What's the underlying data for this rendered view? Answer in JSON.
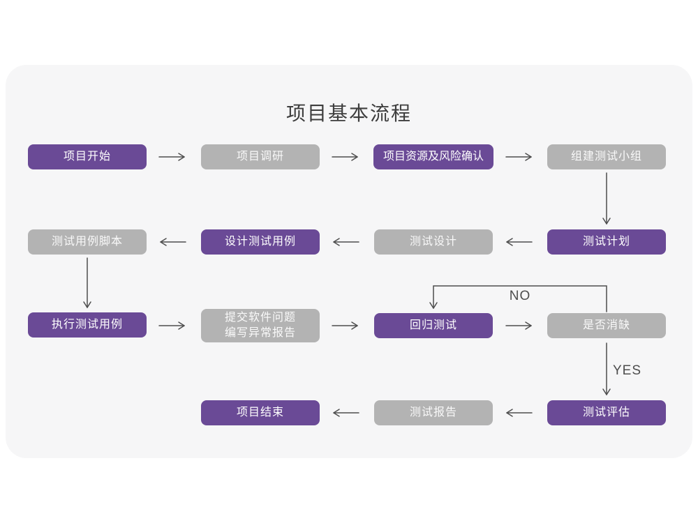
{
  "title": "项目基本流程",
  "colors": {
    "purple": "#6a4a96",
    "gray": "#b3b3b3",
    "arrow": "#4d4d4d",
    "card_bg": "#f6f6f7",
    "page_bg": "#ffffff",
    "title_color": "#3d3d3d"
  },
  "nodes": {
    "start": {
      "label": "项目开始",
      "color": "purple"
    },
    "research": {
      "label": "项目调研",
      "color": "gray"
    },
    "risk": {
      "label": "项目资源及风险确认",
      "color": "purple"
    },
    "team": {
      "label": "组建测试小组",
      "color": "gray"
    },
    "plan": {
      "label": "测试计划",
      "color": "purple"
    },
    "design": {
      "label": "测试设计",
      "color": "gray"
    },
    "design_cases": {
      "label": "设计测试用例",
      "color": "purple"
    },
    "scripts": {
      "label": "测试用例脚本",
      "color": "gray"
    },
    "execute": {
      "label": "执行测试用例",
      "color": "purple"
    },
    "submit": {
      "label": "提交软件问题\n编写异常报告",
      "color": "gray"
    },
    "regression": {
      "label": "回归测试",
      "color": "purple"
    },
    "defect_check": {
      "label": "是否消缺",
      "color": "gray"
    },
    "evaluate": {
      "label": "测试评估",
      "color": "purple"
    },
    "report": {
      "label": "测试报告",
      "color": "gray"
    },
    "end": {
      "label": "项目结束",
      "color": "purple"
    }
  },
  "edge_labels": {
    "no": "NO",
    "yes": "YES"
  }
}
